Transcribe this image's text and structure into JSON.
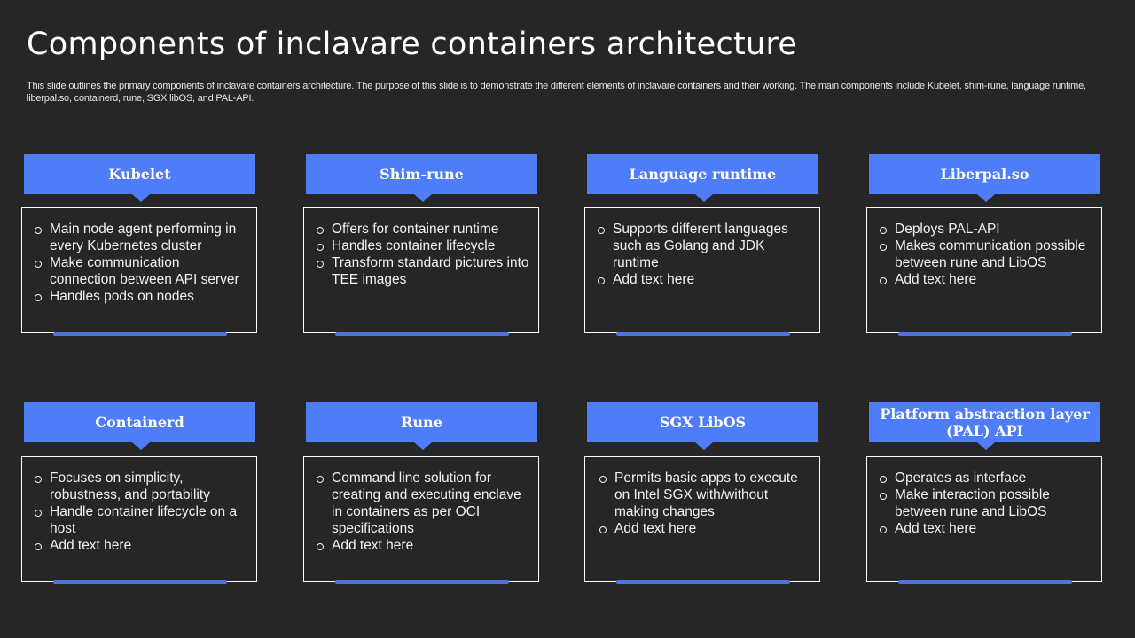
{
  "slide": {
    "title": "Components of inclavare containers architecture",
    "subtitle": "This slide outlines the primary components of inclavare containers architecture. The purpose of this slide is to demonstrate the different elements of inclavare containers and their working. The main components include Kubelet, shim-rune, language runtime, liberpal.so, containerd, rune, SGX libOS, and PAL-API."
  },
  "colors": {
    "background": "#262626",
    "accent": "#4f7cf9",
    "text": "#ffffff"
  },
  "cards": [
    {
      "title": "Kubelet",
      "bullets": [
        "Main node agent performing in every Kubernetes cluster",
        "Make communication connection between API server",
        "Handles pods on nodes"
      ]
    },
    {
      "title": "Shim-rune",
      "bullets": [
        "Offers for container runtime",
        "Handles container lifecycle",
        "Transform  standard pictures into TEE images"
      ]
    },
    {
      "title": "Language runtime",
      "bullets": [
        "Supports different languages such as Golang and JDK runtime",
        "Add text here"
      ]
    },
    {
      "title": "Liberpal.so",
      "bullets": [
        "Deploys PAL-API",
        "Makes communication possible between rune and LibOS",
        "Add text here"
      ]
    },
    {
      "title": "Containerd",
      "bullets": [
        "Focuses on simplicity, robustness, and portability",
        "Handle container lifecycle on a host",
        "Add text here"
      ]
    },
    {
      "title": "Rune",
      "bullets": [
        "Command line solution for creating and executing enclave in containers as per OCI specifications",
        "Add text here"
      ]
    },
    {
      "title": "SGX LibOS",
      "bullets": [
        "Permits basic apps to execute on Intel  SGX with/without making changes",
        "Add text here"
      ]
    },
    {
      "title": "Platform abstraction layer (PAL) API",
      "bullets": [
        "Operates as interface",
        "Make interaction possible between rune and LibOS",
        "Add text here"
      ]
    }
  ]
}
